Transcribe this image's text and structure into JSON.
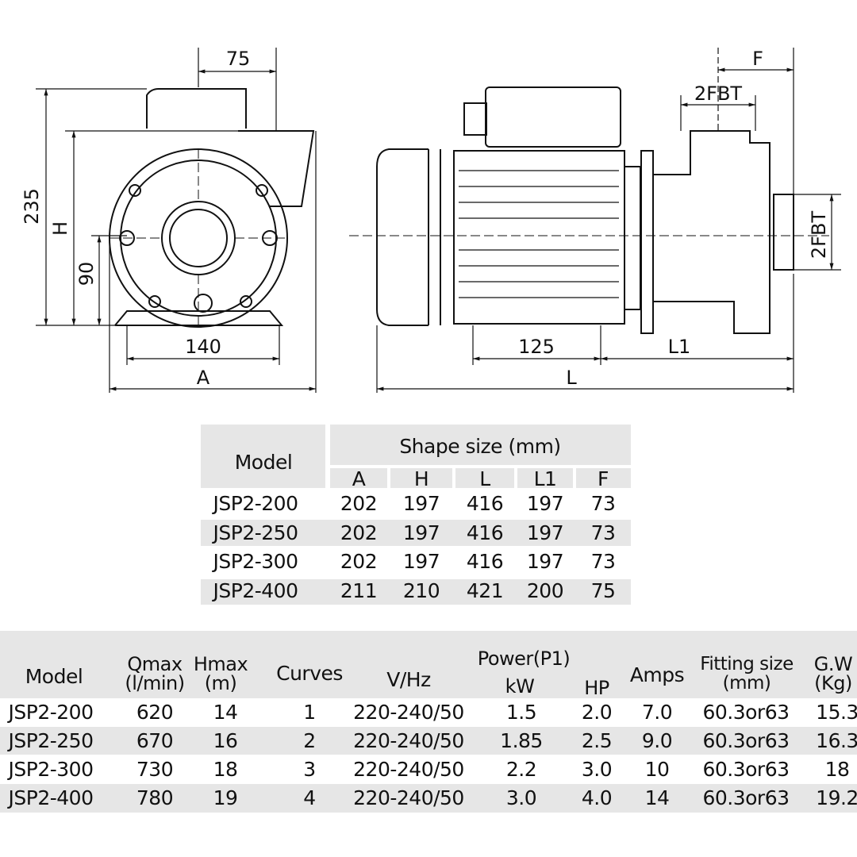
{
  "drawing": {
    "front_view": {
      "dim_top": "75",
      "dim_total_height": "235",
      "dim_h": "H",
      "dim_axis_height": "90",
      "dim_base": "140",
      "dim_width": "A"
    },
    "side_view": {
      "dim_f": "F",
      "dim_outlet": "2FBT",
      "dim_inlet": "2FBT",
      "dim_base": "125",
      "dim_l1": "L1",
      "dim_length": "L"
    }
  },
  "shape_table": {
    "model_header": "Model",
    "group_header": "Shape size (mm)",
    "columns": [
      "A",
      "H",
      "L",
      "L1",
      "F"
    ],
    "rows": [
      {
        "model": "JSP2-200",
        "values": [
          "202",
          "197",
          "416",
          "197",
          "73"
        ]
      },
      {
        "model": "JSP2-250",
        "values": [
          "202",
          "197",
          "416",
          "197",
          "73"
        ]
      },
      {
        "model": "JSP2-300",
        "values": [
          "202",
          "197",
          "416",
          "197",
          "73"
        ]
      },
      {
        "model": "JSP2-400",
        "values": [
          "211",
          "210",
          "421",
          "200",
          "75"
        ]
      }
    ]
  },
  "spec_table": {
    "headers": {
      "model": "Model",
      "qmax": "Qmax",
      "qmax_unit": "(l/min)",
      "hmax": "Hmax",
      "hmax_unit": "(m)",
      "curves": "Curves",
      "vhz": "V/Hz",
      "power": "Power(P1)",
      "kw": "kW",
      "hp": "HP",
      "amps": "Amps",
      "fitting": "Fitting size",
      "fitting_unit": "(mm)",
      "gw": "G.W",
      "gw_unit": "(Kg)"
    },
    "rows": [
      [
        "JSP2-200",
        "620",
        "14",
        "1",
        "220-240/50",
        "1.5",
        "2.0",
        "7.0",
        "60.3or63",
        "15.3"
      ],
      [
        "JSP2-250",
        "670",
        "16",
        "2",
        "220-240/50",
        "1.85",
        "2.5",
        "9.0",
        "60.3or63",
        "16.3"
      ],
      [
        "JSP2-300",
        "730",
        "18",
        "3",
        "220-240/50",
        "2.2",
        "3.0",
        "10",
        "60.3or63",
        "18"
      ],
      [
        "JSP2-400",
        "780",
        "19",
        "4",
        "220-240/50",
        "3.0",
        "4.0",
        "14",
        "60.3or63",
        "19.2"
      ]
    ]
  },
  "colors": {
    "row_shade": "#e6e6e6",
    "line": "#111111"
  }
}
